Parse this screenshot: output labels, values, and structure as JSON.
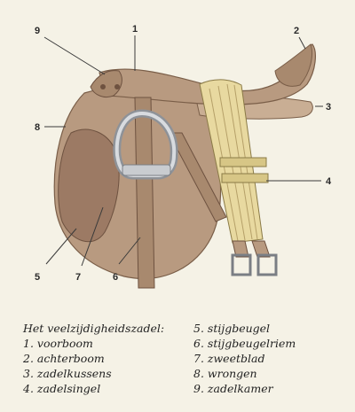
{
  "legend": {
    "title": "Het veelzijdigheidszadel:",
    "left": [
      "1. voorboom",
      "2. achterboom",
      "3. zadelkussens",
      "4. zadelsingel"
    ],
    "right": [
      "5. stijgbeugel",
      "6. stijgbeugelriem",
      "7. zweetblad",
      "8. wrongen",
      "9. zadelkamer"
    ]
  },
  "callouts": [
    "1",
    "2",
    "3",
    "4",
    "5",
    "6",
    "7",
    "8",
    "9"
  ],
  "colors": {
    "leather": "#b89a80",
    "leather_dark": "#8f7058",
    "suede": "#9c7a64",
    "girth": "#e8d9a0",
    "steel": "#c9ccd0",
    "background": "#f5f2e6"
  }
}
